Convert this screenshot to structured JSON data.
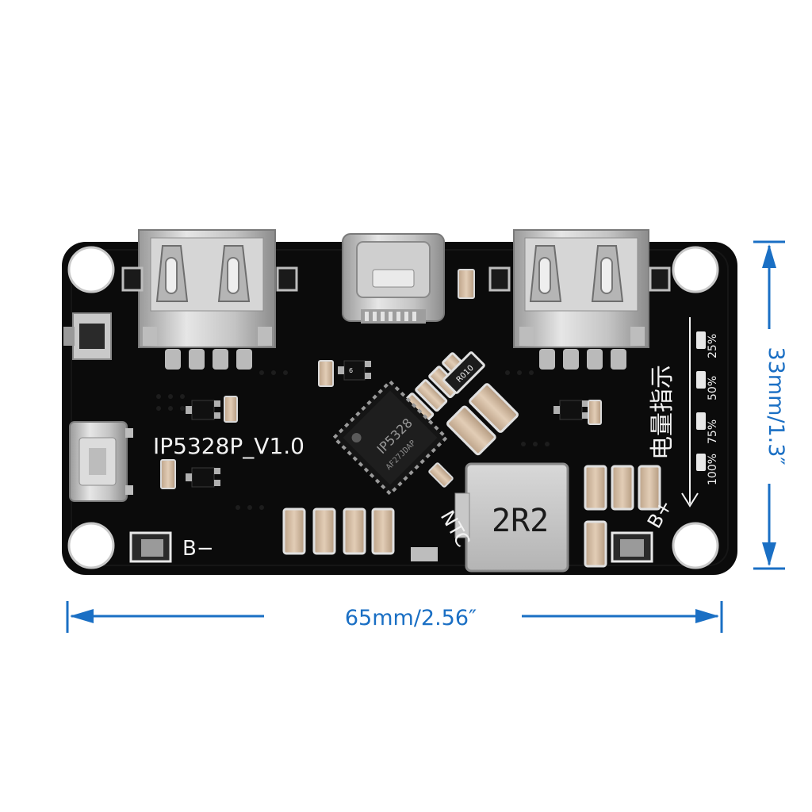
{
  "board": {
    "model_label": "IP5328P_V1.0",
    "b_minus_label": "B−",
    "b_plus_label": "B+",
    "ntc_label": "NTC",
    "battery_indicator_label": "电量指示",
    "led_levels": [
      "100%",
      "75%",
      "50%",
      "25%"
    ],
    "chip_name": "IP5328",
    "chip_code": "AF27JDAP",
    "inductor_marking": "2R2",
    "sot_marking": "6",
    "tiny_marking": "R010"
  },
  "dimensions": {
    "width_label": "65mm/2.56″",
    "height_label": "33mm/1.3″"
  },
  "colors": {
    "pcb": "#0b0b0b",
    "dimension": "#1a6fc4",
    "silkscreen": "#f2f2f2",
    "metal": "#cfcfcf"
  }
}
